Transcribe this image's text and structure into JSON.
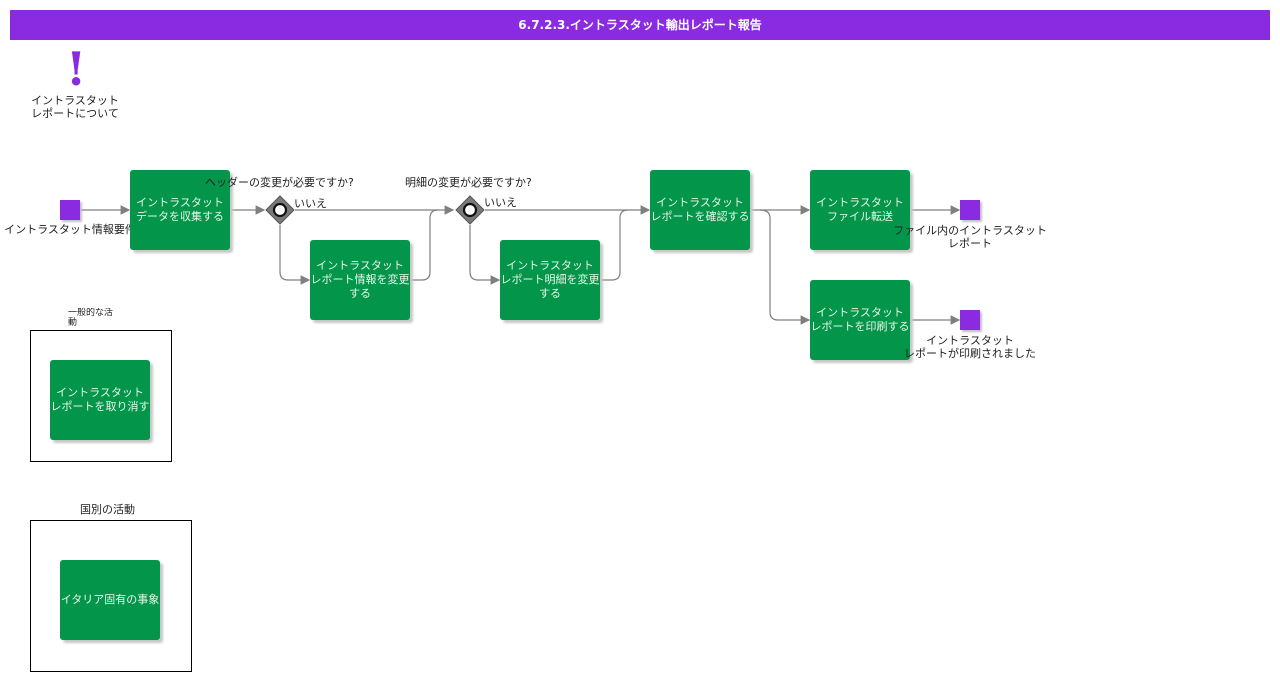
{
  "title": "6.7.2.3.イントラスタット輸出レポート報告",
  "info": {
    "label": "イントラスタット\nレポートについて"
  },
  "start_event": {
    "label": "イントラスタット情報要件"
  },
  "tasks": {
    "collect": "イントラスタット\nデータを収集する",
    "change_header": "イントラスタット\nレポート情報を変更する",
    "change_detail": "イントラスタット\nレポート明細を変更する",
    "confirm": "イントラスタット\nレポートを確認する",
    "transfer": "イントラスタット\nファイル転送",
    "print": "イントラスタット\nレポートを印刷する",
    "cancel": "イントラスタット\nレポートを取り消す",
    "italy": "イタリア固有の事象"
  },
  "gateways": {
    "header_question": "ヘッダーの変更が必要ですか?",
    "header_no": "いいえ",
    "detail_question": "明細の変更が必要ですか?",
    "detail_no": "いいえ"
  },
  "end_events": {
    "file": "ファイル内のイントラスタット\nレポート",
    "printed": "イントラスタット\nレポートが印刷されました"
  },
  "groups": {
    "general": "一般的な活\n動",
    "country": "国別の活動"
  },
  "colors": {
    "accent": "#8a2be2",
    "task": "#03964a",
    "gateway": "#7a7a7a",
    "flow": "#7f7f7f"
  }
}
